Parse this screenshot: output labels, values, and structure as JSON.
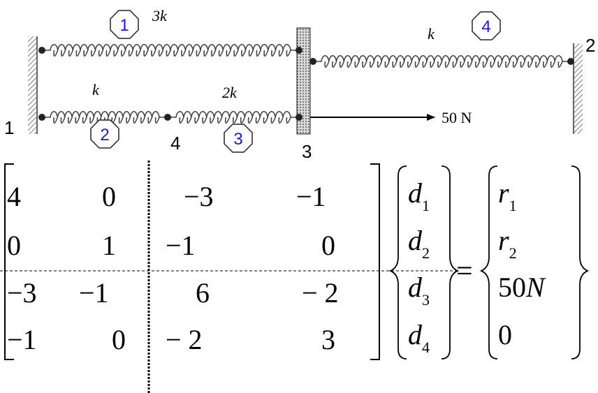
{
  "diagram": {
    "elements": [
      {
        "number": "1",
        "stiffness": "3k"
      },
      {
        "number": "2",
        "stiffness": "k"
      },
      {
        "number": "3",
        "stiffness": "2k"
      },
      {
        "number": "4",
        "stiffness": "k"
      }
    ],
    "nodes": [
      {
        "label": "1"
      },
      {
        "label": "2"
      },
      {
        "label": "3"
      },
      {
        "label": "4"
      }
    ],
    "force": {
      "label": "50 N"
    }
  },
  "equation": {
    "stiffness_matrix": [
      [
        "4",
        "0",
        "−3",
        "−1"
      ],
      [
        "0",
        "1",
        "−1",
        "0"
      ],
      [
        "−3",
        "−1",
        "6",
        "− 2"
      ],
      [
        "−1",
        "0",
        "− 2",
        "3"
      ]
    ],
    "displacements": [
      {
        "base": "d",
        "sub": "1"
      },
      {
        "base": "d",
        "sub": "2"
      },
      {
        "base": "d",
        "sub": "3"
      },
      {
        "base": "d",
        "sub": "4"
      }
    ],
    "equals": "=",
    "forces": [
      {
        "base": "r",
        "sub": "1",
        "unit": ""
      },
      {
        "base": "r",
        "sub": "2",
        "unit": ""
      },
      {
        "base": "50",
        "sub": "",
        "unit": "N"
      },
      {
        "base": "0",
        "sub": "",
        "unit": ""
      }
    ]
  }
}
